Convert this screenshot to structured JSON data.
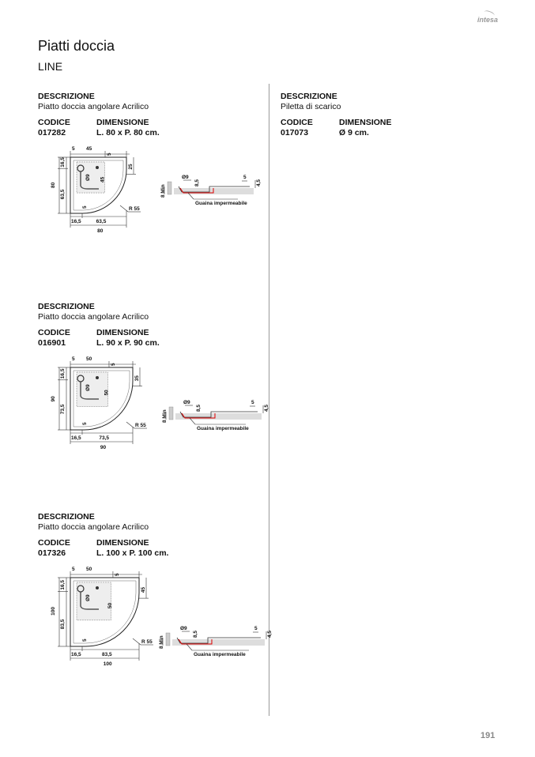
{
  "header": {
    "brand": "intesa",
    "title": "Piatti doccia",
    "subtitle": "LINE",
    "page_number": "191"
  },
  "labels": {
    "descrizione": "DESCRIZIONE",
    "codice": "CODICE",
    "dimensione": "DIMENSIONE"
  },
  "products": [
    {
      "description": "Piatto doccia angolare Acrilico",
      "code": "017282",
      "dimension": "L. 80 x P. 80 cm.",
      "plan": {
        "top_a": "5",
        "top_b": "45",
        "top_c": "5",
        "left_a": "16,5",
        "left_b": "63,5",
        "left_total": "80",
        "right": "25",
        "drain": "Ø9",
        "inner_v": "45",
        "inner_s": "5",
        "radius": "R 55",
        "bottom_a": "16,5",
        "bottom_b": "63,5",
        "bottom_total": "80"
      }
    },
    {
      "description": "Piatto doccia angolare Acrilico",
      "code": "016901",
      "dimension": "L. 90 x P. 90 cm.",
      "plan": {
        "top_a": "5",
        "top_b": "50",
        "top_c": "5",
        "left_a": "16,5",
        "left_b": "73,5",
        "left_total": "90",
        "right": "35",
        "drain": "Ø9",
        "inner_v": "50",
        "inner_s": "5",
        "radius": "R 55",
        "bottom_a": "16,5",
        "bottom_b": "73,5",
        "bottom_total": "90"
      }
    },
    {
      "description": "Piatto doccia angolare Acrilico",
      "code": "017326",
      "dimension": "L. 100 x P. 100 cm.",
      "plan": {
        "top_a": "5",
        "top_b": "50",
        "top_c": "5",
        "left_a": "16,5",
        "left_b": "83,5",
        "left_total": "100",
        "right": "45",
        "drain": "Ø9",
        "inner_v": "50",
        "inner_s": "5",
        "radius": "R 55",
        "bottom_a": "16,5",
        "bottom_b": "83,5",
        "bottom_total": "100"
      }
    }
  ],
  "section": {
    "drain": "Ø9",
    "depth": "8,5",
    "edge": "5",
    "height": "4,5",
    "min": "8 Min",
    "membrane": "Guaina impermeabile"
  },
  "accessory": {
    "description": "Piletta di scarico",
    "code": "017073",
    "dimension": "Ø 9 cm."
  }
}
